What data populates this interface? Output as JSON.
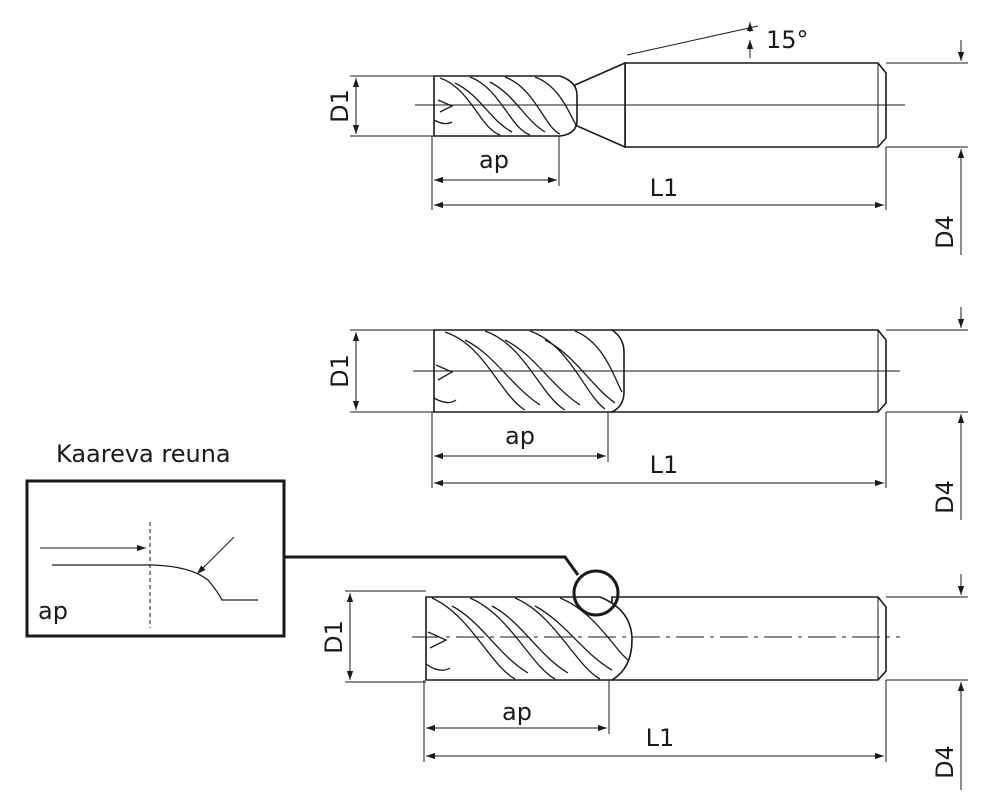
{
  "angle_label": "15°",
  "tools": [
    {
      "id": "tool-1",
      "labels": {
        "d1": "D1",
        "ap": "ap",
        "l1": "L1",
        "d4": "D4"
      }
    },
    {
      "id": "tool-2",
      "labels": {
        "d1": "D1",
        "ap": "ap",
        "l1": "L1",
        "d4": "D4"
      }
    },
    {
      "id": "tool-3",
      "labels": {
        "d1": "D1",
        "ap": "ap",
        "l1": "L1",
        "d4": "D4"
      }
    }
  ],
  "detail": {
    "title": "Kaareva reuna",
    "ap_label": "ap"
  }
}
